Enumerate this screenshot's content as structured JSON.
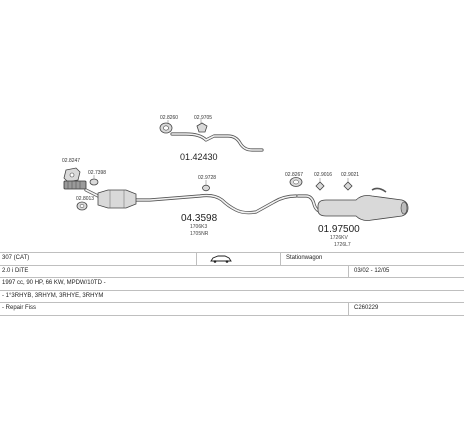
{
  "parts": {
    "top_clamp_a": "02.8260",
    "top_clamp_b": "02.9705",
    "mid_pipe": "01.42430",
    "manifold_gasket": "02.8247",
    "flex_clamp": "02.7398",
    "cat_clamp": "02.8013",
    "front_clamp": "02.9728",
    "front_pipe": "04.3598",
    "front_pipe_sub1": "1706K3",
    "front_pipe_sub2": "1705NR",
    "rear_clamp": "02.8267",
    "hanger_a": "02.9016",
    "hanger_b": "02.9021",
    "rear_box": "01.97500",
    "rear_box_sub1": "1726KV",
    "rear_box_sub2": "1726L7"
  },
  "info": {
    "model": "307 (CAT)",
    "body": "Stationwagon",
    "engine": "2.0 i DiTE",
    "years": "03/02 - 12/05",
    "spec": "1997 cc, 90 HP, 66 KW, MPDW/10TD -",
    "codes": "- 1°3RHYB, 3RHYM, 3RHYE, 3RHYM",
    "repair": "- Repair Fiss",
    "set_code": "C260229"
  }
}
